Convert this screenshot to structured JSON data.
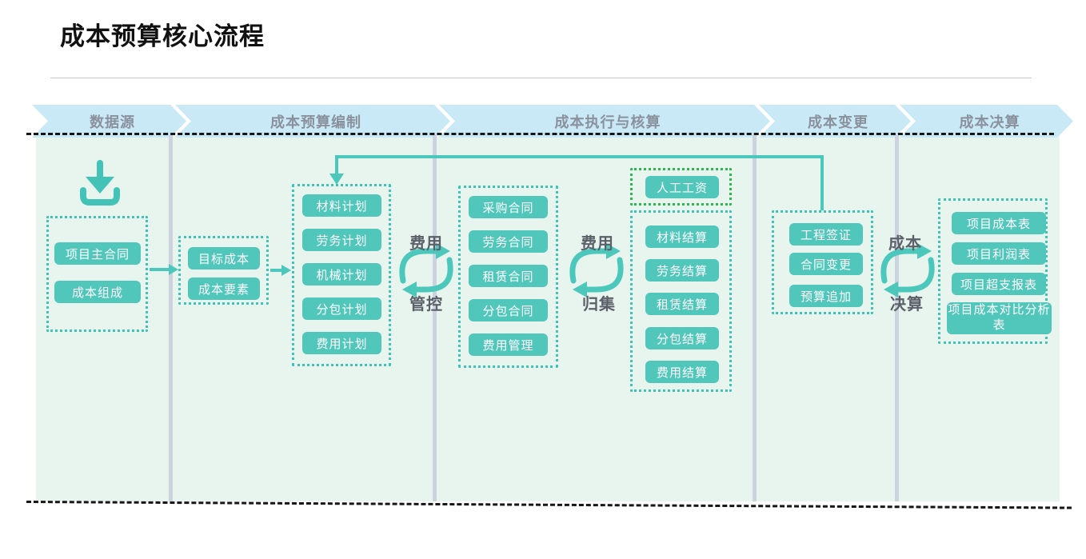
{
  "title": "成本预算核心流程",
  "lanes": [
    {
      "label": "数据源"
    },
    {
      "label": "成本预算编制"
    },
    {
      "label": "成本执行与核算"
    },
    {
      "label": "成本变更"
    },
    {
      "label": "成本决算"
    }
  ],
  "groups": {
    "datasource": {
      "items": [
        "项目主合同",
        "成本组成"
      ]
    },
    "target": {
      "items": [
        "目标成本",
        "成本要素"
      ]
    },
    "plans": {
      "items": [
        "材料计划",
        "劳务计划",
        "机械计划",
        "分包计划",
        "费用计划"
      ]
    },
    "contracts": {
      "items": [
        "采购合同",
        "劳务合同",
        "租赁合同",
        "分包合同",
        "费用管理"
      ]
    },
    "wages": {
      "items": [
        "人工工资"
      ]
    },
    "settlements": {
      "items": [
        "材料结算",
        "劳务结算",
        "租赁结算",
        "分包结算",
        "费用结算"
      ]
    },
    "changes": {
      "items": [
        "工程签证",
        "合同变更",
        "预算追加"
      ]
    },
    "reports": {
      "items": [
        "项目成本表",
        "项目利润表",
        "项目超支报表",
        "项目成本对比分析表"
      ]
    }
  },
  "cycles": [
    {
      "top": "费用",
      "bottom": "管控"
    },
    {
      "top": "费用",
      "bottom": "归集"
    },
    {
      "top": "成本",
      "bottom": "决算"
    }
  ],
  "icons": {
    "download": "download-icon",
    "cycle": "cycle-arrows-icon"
  },
  "colors": {
    "banner_fill": "#c9e9f7",
    "banner_text": "#8a919c",
    "content_bg": "#e8f5ef",
    "divider": "#cdd2df",
    "node_fill": "#51c7bc",
    "node_text": "#ffffff",
    "dotted_border_teal": "#3fc3b6",
    "dotted_border_green": "#2db84e",
    "connector": "#4cc7bb",
    "cycle_label_text": "#5b6069",
    "dash_border": "#161616"
  }
}
